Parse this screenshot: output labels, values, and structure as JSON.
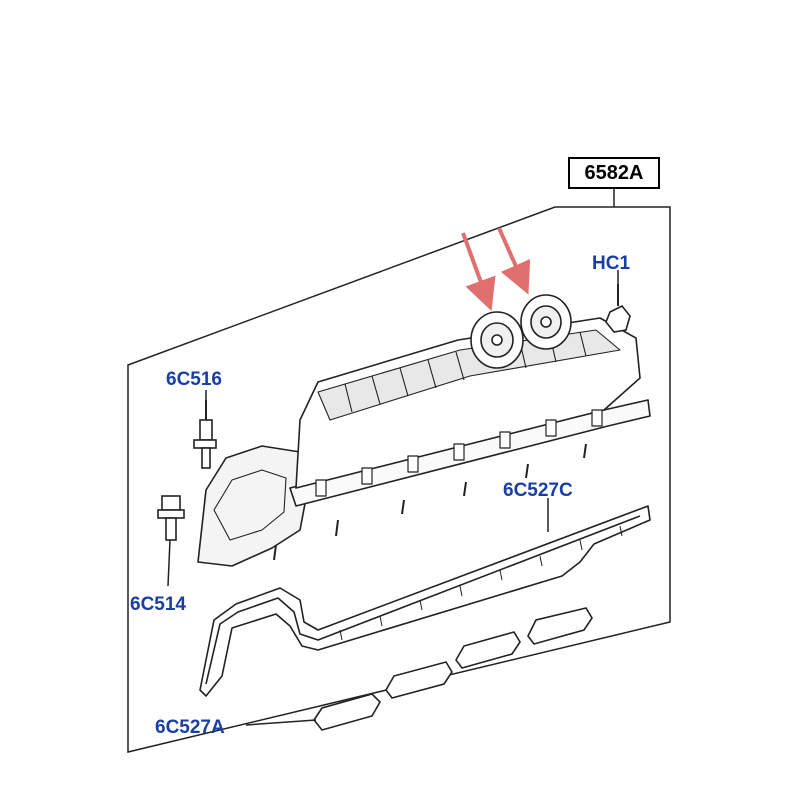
{
  "colors": {
    "label_blue": "#1a3ea8",
    "line": "#222222",
    "arrow_red": "#e07070",
    "part_fill": "#ffffff",
    "shade": "#d6d6d6"
  },
  "parts": {
    "assembly": "6582A",
    "clip": "HC1",
    "stud_bolt": "6C516",
    "bolt": "6C514",
    "main_gasket": "6C527C",
    "plug_seals": "6C527A"
  }
}
